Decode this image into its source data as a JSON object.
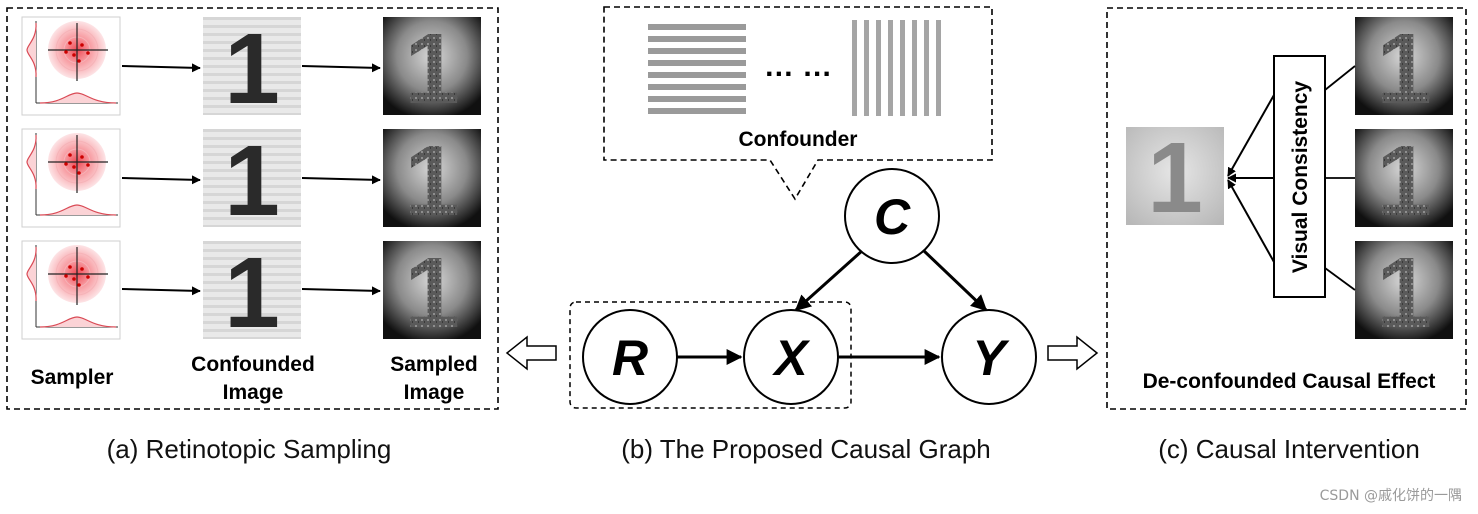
{
  "panel_a": {
    "labels": {
      "sampler": "Sampler",
      "confounded": [
        "Confounded",
        "Image"
      ],
      "sampled": [
        "Sampled",
        "Image"
      ]
    },
    "digit": "1",
    "caption": "(a) Retinotopic Sampling"
  },
  "panel_b": {
    "confounder_label": "Confounder",
    "ellipsis": "… …",
    "nodes": {
      "r": "R",
      "x": "X",
      "c": "C",
      "y": "Y"
    },
    "caption": "(b) The Proposed Causal Graph"
  },
  "panel_c": {
    "visual_consistency": "Visual Consistency",
    "effect_label": "De-confounded Causal Effect",
    "digit": "1",
    "caption": "(c) Causal Intervention"
  },
  "watermark": "CSDN @戚化饼的一隅",
  "colors": {
    "line": "#000000",
    "stripe": "#9a9a9a",
    "kernel": "#f2a0a6"
  }
}
